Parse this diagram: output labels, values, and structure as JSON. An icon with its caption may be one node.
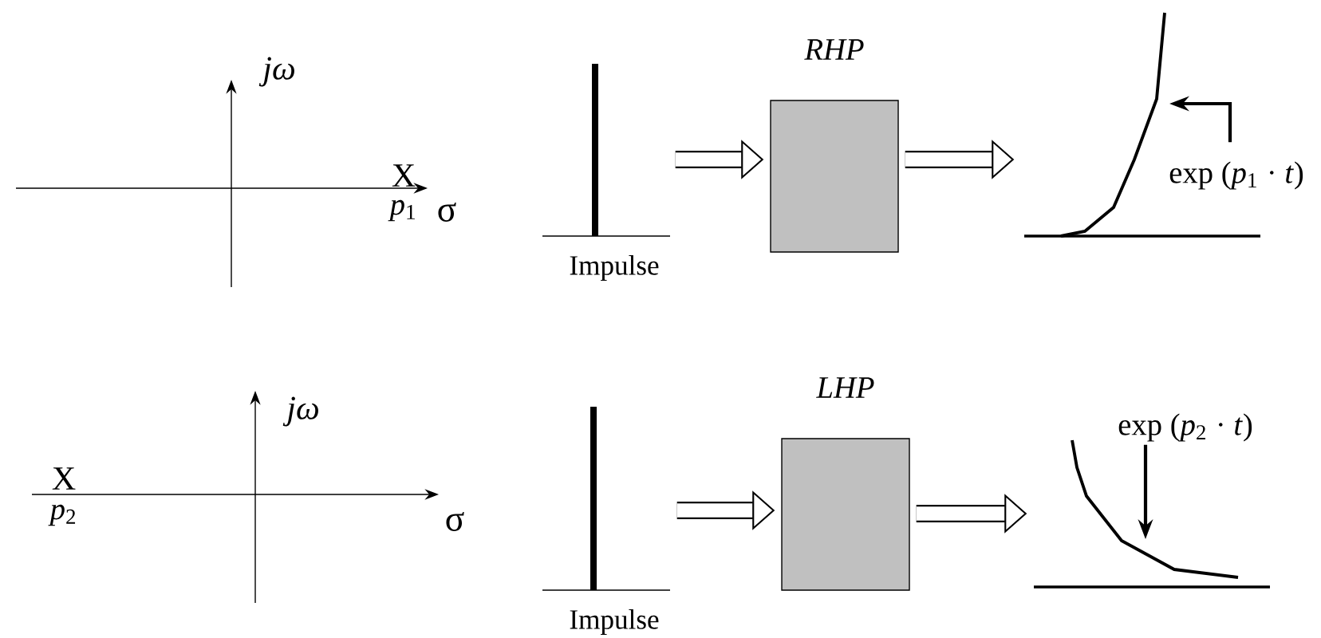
{
  "diagram": {
    "nodes": [
      {
        "text": [],
        "shape": "bar",
        "beside": [
          "Impulse"
        ]
      },
      {
        "text": [
          "RHP"
        ]
      },
      {
        "text": [],
        "shape": "curve"
      },
      {
        "text": [
          "exp (*p*$_{1}$ · *t*)"
        ]
      },
      {
        "text": [],
        "shape": "bar",
        "beside": [
          "Impulse"
        ]
      },
      {
        "text": [
          "LHP"
        ]
      },
      {
        "text": [],
        "shape": "curve"
      },
      {
        "text": [
          "exp (*p*$_{2}$ · *t*)"
        ]
      }
    ],
    "edges": [
      {
        "from": 0,
        "to": 1,
        "arrow": "to"
      },
      {
        "from": 1,
        "to": 2,
        "arrow": "to"
      },
      {
        "from": 3,
        "to": 2,
        "arrow": "to"
      },
      {
        "from": 4,
        "to": 5,
        "arrow": "to"
      },
      {
        "from": 5,
        "to": 6,
        "arrow": "to"
      },
      {
        "from": 7,
        "to": 6,
        "arrow": "to"
      }
    ],
    "labels": [
      "jω",
      "X",
      "*p*$_{1}$",
      "σ",
      "jω",
      "X",
      "*p*$_{2}$",
      "σ"
    ]
  }
}
